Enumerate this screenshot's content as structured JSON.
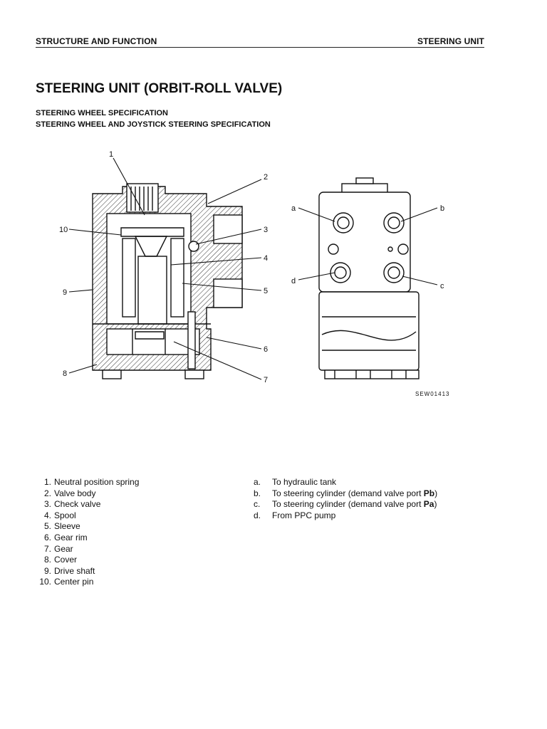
{
  "header": {
    "left": "STRUCTURE AND FUNCTION",
    "right": "STEERING UNIT"
  },
  "title": "STEERING UNIT (ORBIT-ROLL VALVE)",
  "subtitles": [
    "STEERING WHEEL SPECIFICATION",
    "STEERING WHEEL AND JOYSTICK STEERING SPECIFICATION"
  ],
  "figure": {
    "callouts_numbers": [
      "1",
      "2",
      "3",
      "4",
      "5",
      "6",
      "7",
      "8",
      "9",
      "10"
    ],
    "callouts_letters": [
      "a",
      "b",
      "c",
      "d"
    ],
    "code": "SEW01413"
  },
  "parts": [
    {
      "n": "1.",
      "t": "Neutral position spring"
    },
    {
      "n": "2.",
      "t": "Valve body"
    },
    {
      "n": "3.",
      "t": "Check valve"
    },
    {
      "n": "4.",
      "t": "Spool"
    },
    {
      "n": "5.",
      "t": "Sleeve"
    },
    {
      "n": "6.",
      "t": "Gear rim"
    },
    {
      "n": "7.",
      "t": "Gear"
    },
    {
      "n": "8.",
      "t": "Cover"
    },
    {
      "n": "9.",
      "t": "Drive shaft"
    },
    {
      "n": "10.",
      "t": "Center pin"
    }
  ],
  "ports": [
    {
      "k": "a.",
      "t": "To hydraulic tank",
      "b": ""
    },
    {
      "k": "b.",
      "t": "To steering cylinder (demand valve port ",
      "b": "Pb",
      "e": ")"
    },
    {
      "k": "c.",
      "t": "To steering cylinder (demand valve port ",
      "b": "Pa",
      "e": ")"
    },
    {
      "k": "d.",
      "t": "From PPC pump",
      "b": ""
    }
  ]
}
